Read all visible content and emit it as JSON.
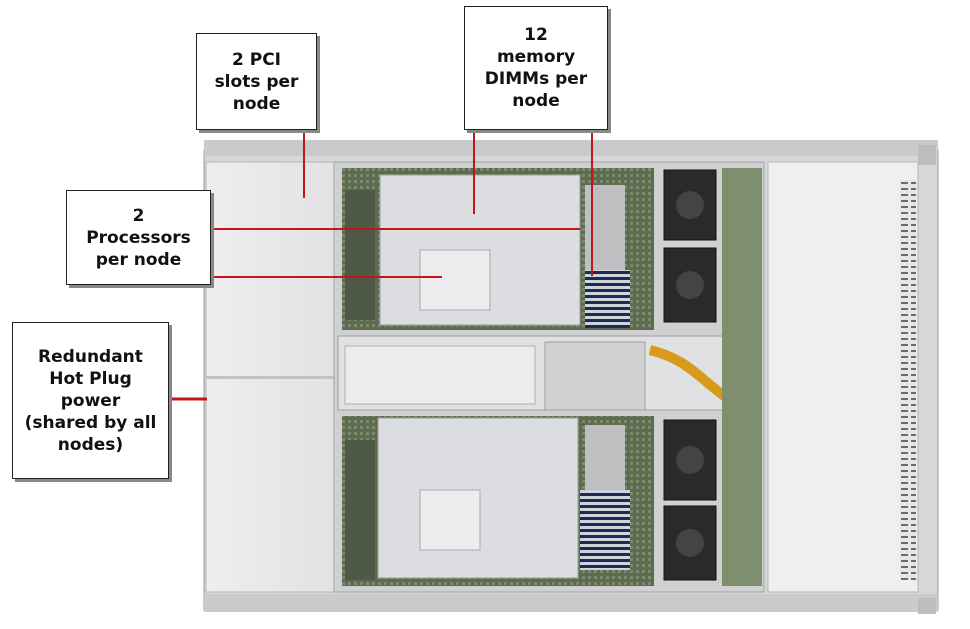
{
  "callouts": {
    "pci": {
      "lines": [
        "2 PCI",
        "slots per",
        "node"
      ]
    },
    "memory": {
      "lines": [
        "12",
        "memory",
        "DIMMs per",
        "node"
      ]
    },
    "processors": {
      "lines": [
        "2",
        "Processors",
        "per node"
      ]
    },
    "power": {
      "lines": [
        "Redundant",
        "Hot Plug",
        "power",
        "(shared by all",
        "nodes)"
      ]
    }
  },
  "colors": {
    "leader_line": "#c0161c",
    "chassis": "#d9dadc",
    "panel": "#e9e9eb",
    "cover_plate": "#f2f2f3",
    "dimm": "#1c2a55",
    "fan": "#2a2a2a",
    "board": "#6f7f5e",
    "cable": "#d99a1c"
  }
}
